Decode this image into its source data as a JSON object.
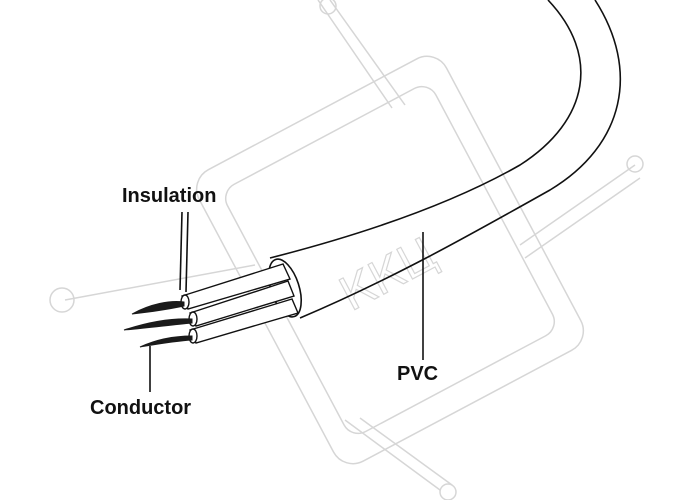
{
  "diagram": {
    "labels": {
      "insulation": "Insulation",
      "pvc": "PVC",
      "conductor": "Conductor"
    },
    "watermark": {
      "text": "ККЦ",
      "color": "#d6d6d6"
    },
    "colors": {
      "line": "#111111",
      "background": "#ffffff",
      "conductor_strands": "#1a1a1a"
    }
  }
}
